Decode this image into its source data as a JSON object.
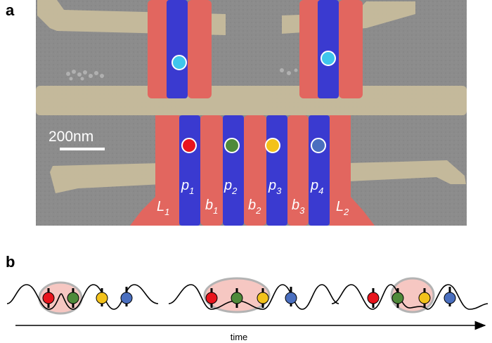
{
  "panels": {
    "a": "a",
    "b": "b"
  },
  "scale_bar": "200nm",
  "gates": [
    {
      "id": "L1",
      "main": "L",
      "sub": "1"
    },
    {
      "id": "p1",
      "main": "p",
      "sub": "1"
    },
    {
      "id": "b1",
      "main": "b",
      "sub": "1"
    },
    {
      "id": "p2",
      "main": "p",
      "sub": "2"
    },
    {
      "id": "b2",
      "main": "b",
      "sub": "2"
    },
    {
      "id": "p3",
      "main": "p",
      "sub": "3"
    },
    {
      "id": "b3",
      "main": "b",
      "sub": "3"
    },
    {
      "id": "p4",
      "main": "p",
      "sub": "4"
    },
    {
      "id": "L2",
      "main": "L",
      "sub": "2"
    }
  ],
  "colors": {
    "sem_background": "#8a8a8a",
    "screening_gate": "#c9bfa0",
    "barrier_gate": "#e06a6a",
    "plunger_gate": "#3a3ad0",
    "sensor_dot": "#3fc6ec",
    "dot1": "#e8141c",
    "dot2": "#4f8a3a",
    "dot3": "#f3c21b",
    "dot4": "#4a6fbf",
    "shuttle_highlight": "#f6c7c2",
    "shuttle_outline": "#b3b3b3"
  },
  "dots": [
    "dot1",
    "dot2",
    "dot3",
    "dot4"
  ],
  "time_axis_label": "time"
}
